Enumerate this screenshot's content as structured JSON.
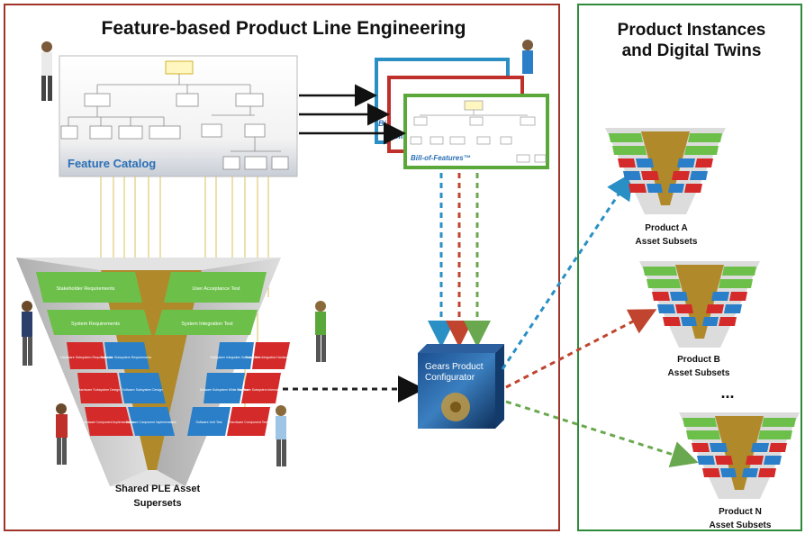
{
  "left_title": "Feature-based Product Line Engineering",
  "right_title_line1": "Product Instances",
  "right_title_line2": "and Digital Twins",
  "feature_catalog_label": "Feature Catalog",
  "bill_of_features_label": "Bill-of-Features™",
  "bill_stub_label": "Bill",
  "configurator_line1": "Gears Product",
  "configurator_line2": "Configurator",
  "shared_caption_line1": "Shared PLE Asset",
  "shared_caption_line2": "Supersets",
  "vee_left_steps": [
    {
      "line1": "Stakeholder Requirements",
      "line2": ""
    },
    {
      "line1": "System Requirements",
      "line2": ""
    }
  ],
  "vee_right_steps": [
    {
      "line1": "User Acceptance Test",
      "line2": ""
    },
    {
      "line1": "System Integration Test",
      "line2": ""
    }
  ],
  "vee_left_pairs": [
    {
      "red": "Hardware Subsystem Requirements",
      "blue": "Software Subsystem Requirements"
    },
    {
      "red": "Hardware Subsystem Design",
      "blue": "Software Subsystem Design"
    },
    {
      "red": "Hardware Component Implementation",
      "blue": "Software Component Implementation"
    }
  ],
  "vee_right_pairs": [
    {
      "blue": "Subsystem Integration Software Test",
      "red": "Subsystem Integration Hardware Test"
    },
    {
      "blue": "Software Subsystem White Box Test",
      "red": "Hardware Subsystem Internal Test"
    },
    {
      "blue": "Software Unit Test",
      "red": "Hardware Component Test"
    }
  ],
  "products": [
    {
      "line1": "Product A",
      "line2": "Asset Subsets"
    },
    {
      "line1": "Product B",
      "line2": "Asset Subsets"
    },
    {
      "line1": "Product N",
      "line2": "Asset Subsets"
    }
  ],
  "ellipsis": "...",
  "colors": {
    "left_border": "#a0342a",
    "right_border": "#2e8b3b",
    "green_step": "#6cc04a",
    "red_step": "#d42a2a",
    "blue_step": "#2a7fc8",
    "vee_gold": "#b08a2a",
    "arrow_blue": "#2a8fc4",
    "arrow_red": "#c0442e",
    "arrow_green": "#6aa84f"
  }
}
